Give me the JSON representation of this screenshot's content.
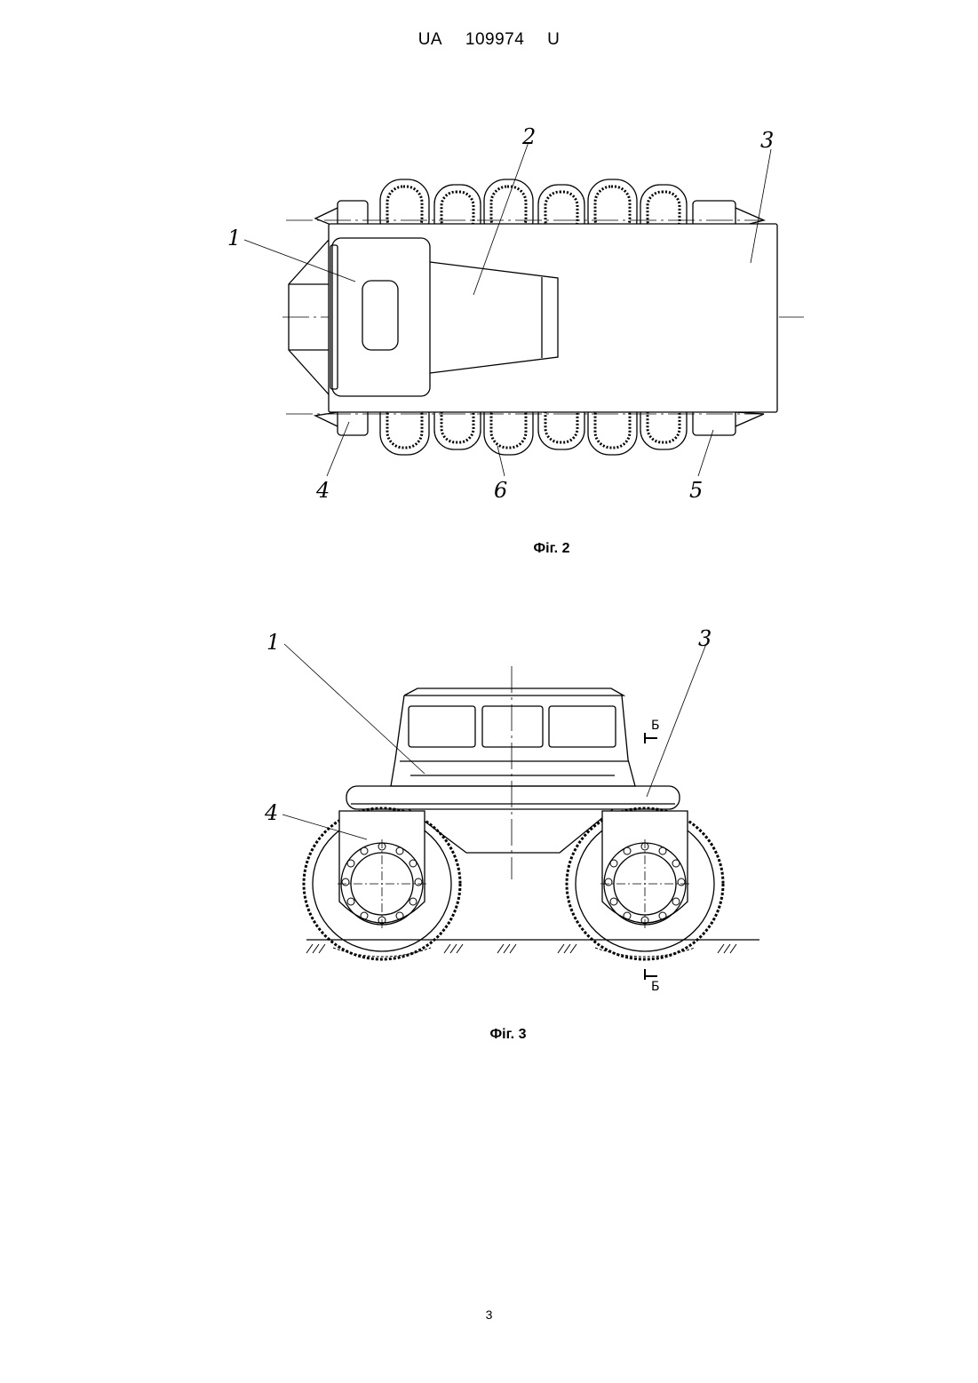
{
  "header": {
    "country": "UA",
    "number": "109974",
    "kind": "U"
  },
  "figures": [
    {
      "caption": "Фіг. 2",
      "labels": [
        "1",
        "2",
        "3",
        "4",
        "5",
        "6"
      ]
    },
    {
      "caption": "Фіг. 3",
      "labels": [
        "1",
        "3",
        "4"
      ],
      "section_mark": "Б"
    }
  ],
  "page_number": "3",
  "colors": {
    "ink": "#000000",
    "paper": "#ffffff"
  }
}
